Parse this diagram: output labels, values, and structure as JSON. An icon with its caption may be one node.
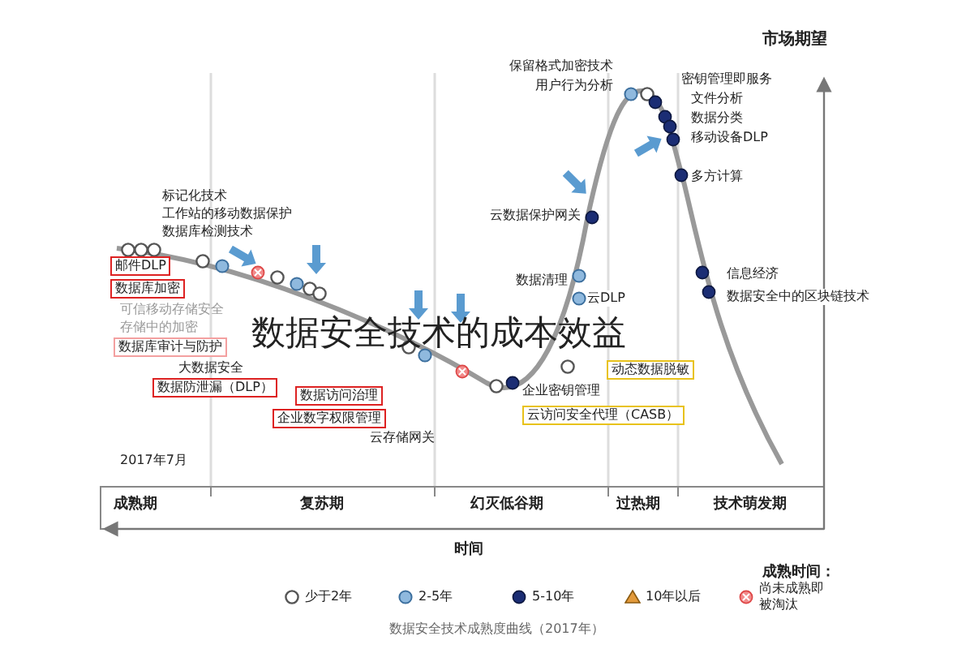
{
  "diagram": {
    "title": "数据安全技术的成本效益",
    "caption": "数据安全技术成熟度曲线（2017年）",
    "labels": [
      "市场期望",
      "保留格式加密技术",
      "用户行为分析",
      "密钥管理即服务",
      "文件分析",
      "数据分类",
      "移动设备DLP",
      "多方计算",
      "标记化技术",
      "工作站的移动数据保护",
      "数据库检测技术",
      "云数据保护网关",
      "邮件DLP",
      "数据库加密",
      "可信移动存储安全",
      "存储中的加密",
      "数据库审计与防护",
      "数据清理",
      "信息经济",
      "云DLP",
      "数据安全中的区块链技术",
      "大数据安全",
      "数据防泄漏（DLP）",
      "数据访问治理",
      "动态数据脱敏",
      "企业密钥管理",
      "企业数字权限管理",
      "云访问安全代理（CASB）",
      "云存储网关",
      "2017年7月",
      "成熟期",
      "复苏期",
      "幻灭低谷期",
      "过热期",
      "技术萌发期",
      "时间",
      "成熟时间："
    ],
    "legend": [
      {
        "text": "少于2年",
        "color": "#555555"
      },
      {
        "text": "2-5年",
        "color": "#8fb9de"
      },
      {
        "text": "5-10年",
        "color": "#1b2d74"
      },
      {
        "text": "10年以后",
        "color": "#e39a3b"
      },
      {
        "text": "尚未成熟即被淘汰",
        "color": "#f28b8b"
      }
    ]
  }
}
